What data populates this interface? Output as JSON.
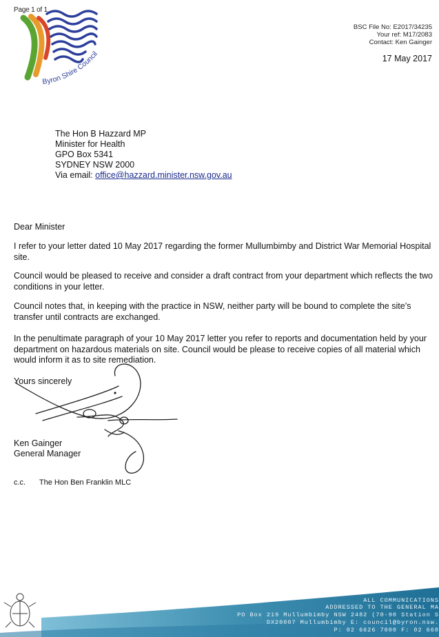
{
  "header": {
    "page_label": "Page 1 of 1",
    "logo_text": "Byron Shire Council",
    "file_no": "BSC File No: E2017/34235",
    "your_ref": "Your ref: M17/2083",
    "contact": "Contact: Ken Gainger",
    "date": "17 May 2017"
  },
  "addressee": {
    "name": "The Hon B Hazzard MP",
    "title": "Minister for Health",
    "box": "GPO Box 5341",
    "city": "SYDNEY NSW 2000",
    "via_label": "Via email:",
    "email": "office@hazzard.minister.nsw.gov.au"
  },
  "letter": {
    "salutation": "Dear Minister",
    "p1": "I refer to your letter dated 10 May 2017 regarding the former Mullumbimby and District War Memorial Hospital site.",
    "p2": "Council would be pleased to receive and consider a draft contract from your department which reflects the two conditions in your letter.",
    "p3": "Council notes that, in keeping with the practice in NSW, neither party will be bound to complete the site’s transfer until contracts are exchanged.",
    "p4": "In the penultimate paragraph of your 10 May 2017 letter you refer to reports and documentation held by your department on hazardous materials on site. Council would be please to receive copies of all material which would inform it as to site remediation.",
    "closing": "Yours sincerely",
    "signer_name": "Ken Gainger",
    "signer_title": "General Manager"
  },
  "cc": {
    "label": "c.c.",
    "recipient": "The Hon Ben Franklin MLC"
  },
  "footer": {
    "line1": "ALL COMMUNICATIONS",
    "line2": "ADDRESSED TO THE GENERAL MA",
    "line3": "PO Box 219 Mullumbimby NSW 2482 (70-90 Station S",
    "line4": "DX20007 Mullumbimby  E: council@byron.nsw.",
    "line5": "P: 02 6626 7000  F: 02 668"
  },
  "colors": {
    "logo_blue": "#2d3f9c",
    "logo_green": "#5aa532",
    "logo_orange": "#e89a2b",
    "logo_red": "#d9452b",
    "footer_teal": "#3e8fb1"
  }
}
